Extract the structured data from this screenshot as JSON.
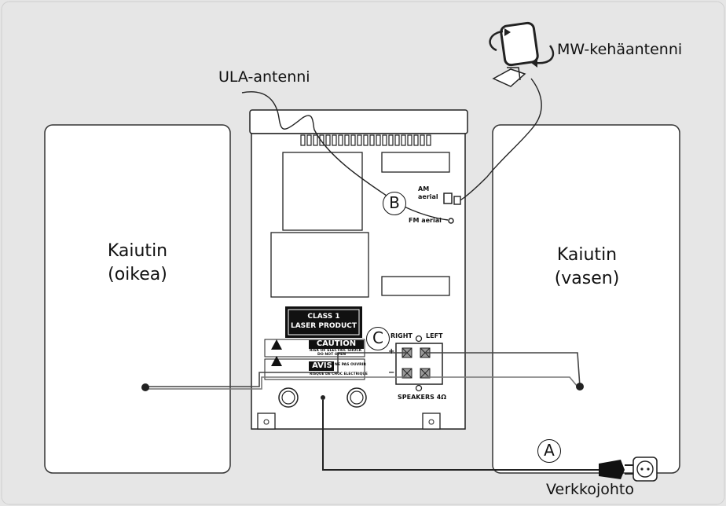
{
  "labels": {
    "speaker_right_line1": "Kaiutin",
    "speaker_right_line2": "(oikea)",
    "speaker_left_line1": "Kaiutin",
    "speaker_left_line2": "(vasen)",
    "fm_antenna": "ULA-antenni",
    "mw_antenna": "MW-kehäantenni",
    "power_cord": "Verkkojohto"
  },
  "callouts": {
    "a": "A",
    "b": "B",
    "c": "C"
  },
  "panel": {
    "am_line1": "AM",
    "am_line2": "aerial",
    "fm_aerial": "FM aerial",
    "laser_line1": "CLASS 1",
    "laser_line2": "LASER PRODUCT",
    "caution": "CAUTION",
    "caution_sub": "RISK OF ELECTRIC SHOCK",
    "caution_sub2": "DO NOT OPEN",
    "avis": "AVIS",
    "avis_side": "NE PAS OUVRIR",
    "avis_sub": "RISQUE DE CHOC ELECTRIQUE",
    "right": "RIGHT",
    "left": "LEFT",
    "plus": "+",
    "minus": "−",
    "speakers": "SPEAKERS 4Ω"
  }
}
